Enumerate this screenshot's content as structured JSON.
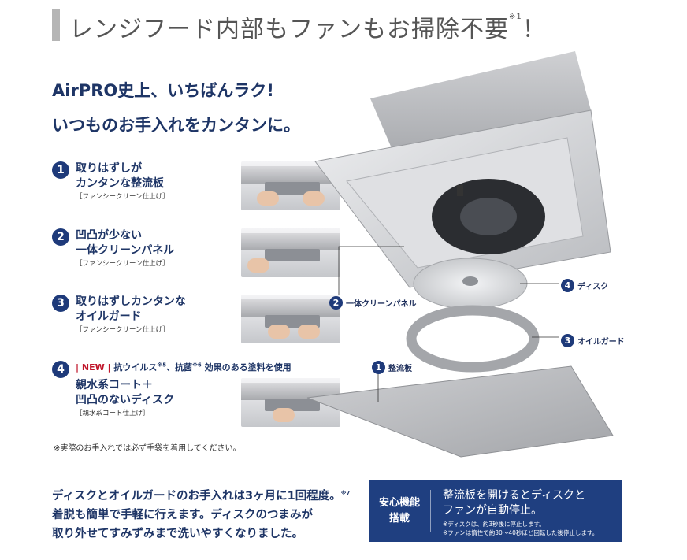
{
  "title": {
    "text": "レンジフード内部もファンもお掃除不要",
    "note": "※1",
    "suffix": "！"
  },
  "headline": {
    "line1": "AirPRO史上、いちばんラク!",
    "line2": "いつものお手入れをカンタンに。"
  },
  "items": [
    {
      "number": "1",
      "line1": "取りはずしが",
      "line2": "カンタンな整流板",
      "sub": "［ファンシークリーン仕上げ］"
    },
    {
      "number": "2",
      "line1": "凹凸が少ない",
      "line2": "一体クリーンパネル",
      "sub": "［ファンシークリーン仕上げ］"
    },
    {
      "number": "3",
      "line1": "取りはずしカンタンな",
      "line2": "オイルガード",
      "sub": "［ファンシークリーン仕上げ］"
    },
    {
      "number": "4",
      "line1": "親水系コート＋",
      "line2": "凹凸のないディスク",
      "sub": "［親水系コート仕上げ］"
    }
  ],
  "new_line": {
    "new": "NEW",
    "text_a": "抗ウイルス",
    "note_a": "※5",
    "text_b": "、抗菌",
    "note_b": "※6",
    "text_c": " 効果のある塗料を使用"
  },
  "glove_note": "※実際のお手入れでは必ず手袋を着用してください。",
  "bottom": {
    "line1": "ディスクとオイルガードのお手入れは3ヶ月に1回程度。",
    "line1_note": "※7",
    "line2": "着脱も簡単で手軽に行えます。ディスクのつまみが",
    "line3": "取り外せてすみずみまで洗いやすくなりました。"
  },
  "safety": {
    "label_line1": "安心機能",
    "label_line2": "搭載",
    "main_line1": "整流板を開けるとディスクと",
    "main_line2": "ファンが自動停止。",
    "small_line1": "※ディスクは、約3秒後に停止します。",
    "small_line2": "※ファンは惰性で約30〜40秒ほど回転した後停止します。"
  },
  "callouts": {
    "c4": {
      "number": "4",
      "label": "ディスク"
    },
    "c2": {
      "number": "2",
      "label": "一体クリーンパネル"
    },
    "c3": {
      "number": "3",
      "label": "オイルガード"
    },
    "c1": {
      "number": "1",
      "label": "整流板"
    }
  },
  "colors": {
    "navy": "#1e3566",
    "badge": "#1e3a7a",
    "accent_red": "#c0152a",
    "safety_bg": "#1f3f80"
  }
}
